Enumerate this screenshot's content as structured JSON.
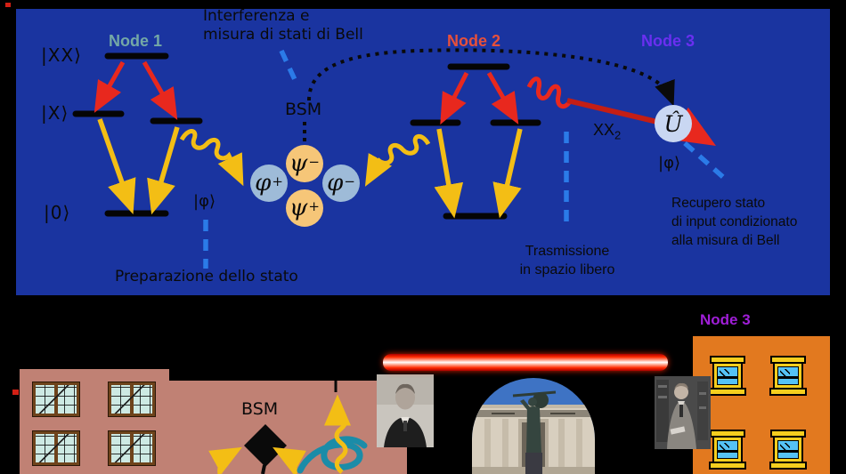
{
  "figure": {
    "panel": {
      "node1_label": "Node 1",
      "node2_label": "Node 2",
      "node3_label": "Node 3",
      "ket_xx": "|XX⟩",
      "ket_x": "|X⟩",
      "ket_zero": "|0⟩",
      "ket_phi_left": "|φ⟩",
      "ket_phi_right": "|φ⟩",
      "bsm_label": "BSM",
      "u_gate_label": "Û",
      "xx2_base": "XX",
      "xx2_sub": "2",
      "bell_states": [
        {
          "letter": "ψ",
          "sign": "−"
        },
        {
          "letter": "φ",
          "sign": "+"
        },
        {
          "letter": "φ",
          "sign": "−"
        },
        {
          "letter": "ψ",
          "sign": "+"
        }
      ],
      "interference_note": {
        "line1": "Interferenza e",
        "line2": "misura di stati di Bell"
      },
      "preparation_note": "Preparazione dello stato",
      "transmission_note": {
        "line1": "Trasmissione",
        "line2": "in spazio libero"
      },
      "recovery_note": {
        "line1": "Recupero stato",
        "line2": "di input condizionato",
        "line3": "alla misura di Bell"
      }
    },
    "street": {
      "bsm_label": "BSM",
      "node3_label": "Node 3"
    },
    "colors": {
      "panel_bg": "#1A34A0",
      "node1": "#74A8A6",
      "node2": "#E8503A",
      "node3_top": "#6A2FF0",
      "node3_bottom": "#A01ED8",
      "arrow_red": "#E8281E",
      "arrow_yellow": "#F3BE15",
      "dash_blue": "#2B7BE8",
      "bell_orange": "#F6C678",
      "bell_blue": "#9EBBD8",
      "u_circle": "#C9D7F2",
      "building_rose": "#C08174",
      "building_orange": "#E2791F",
      "laser_red": "#FF1A00",
      "ribbon_teal": "#1B8CA8"
    }
  }
}
